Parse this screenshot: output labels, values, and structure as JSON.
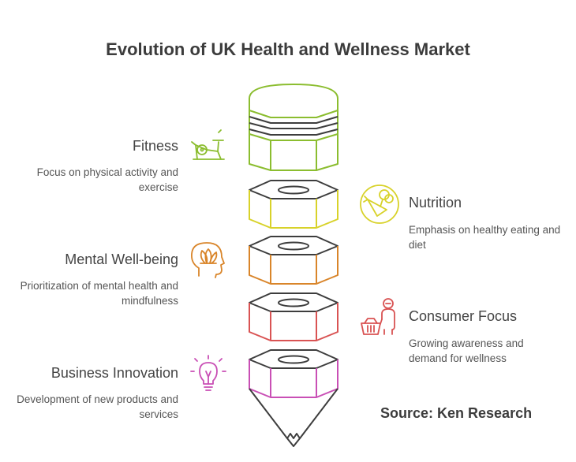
{
  "title": "Evolution of UK Health and Wellness Market",
  "source": "Source: Ken Research",
  "colors": {
    "fitness": "#8bbd2f",
    "nutrition": "#d8d22a",
    "mental": "#d9852a",
    "consumer": "#d95353",
    "business": "#c94fb5",
    "outline": "#3d3d3d"
  },
  "stages": [
    {
      "heading": "Fitness",
      "description": "Focus on physical activity and exercise",
      "icon": "exercise-bike-icon"
    },
    {
      "heading": "Nutrition",
      "description": "Emphasis on healthy eating and diet",
      "icon": "vegetables-icon"
    },
    {
      "heading": "Mental Well-being",
      "description": "Prioritization of mental health and mindfulness",
      "icon": "mind-lotus-icon"
    },
    {
      "heading": "Consumer Focus",
      "description": "Growing awareness and demand for wellness",
      "icon": "shopper-basket-icon"
    },
    {
      "heading": "Business Innovation",
      "description": "Development of new products and services",
      "icon": "lightbulb-icon"
    }
  ]
}
